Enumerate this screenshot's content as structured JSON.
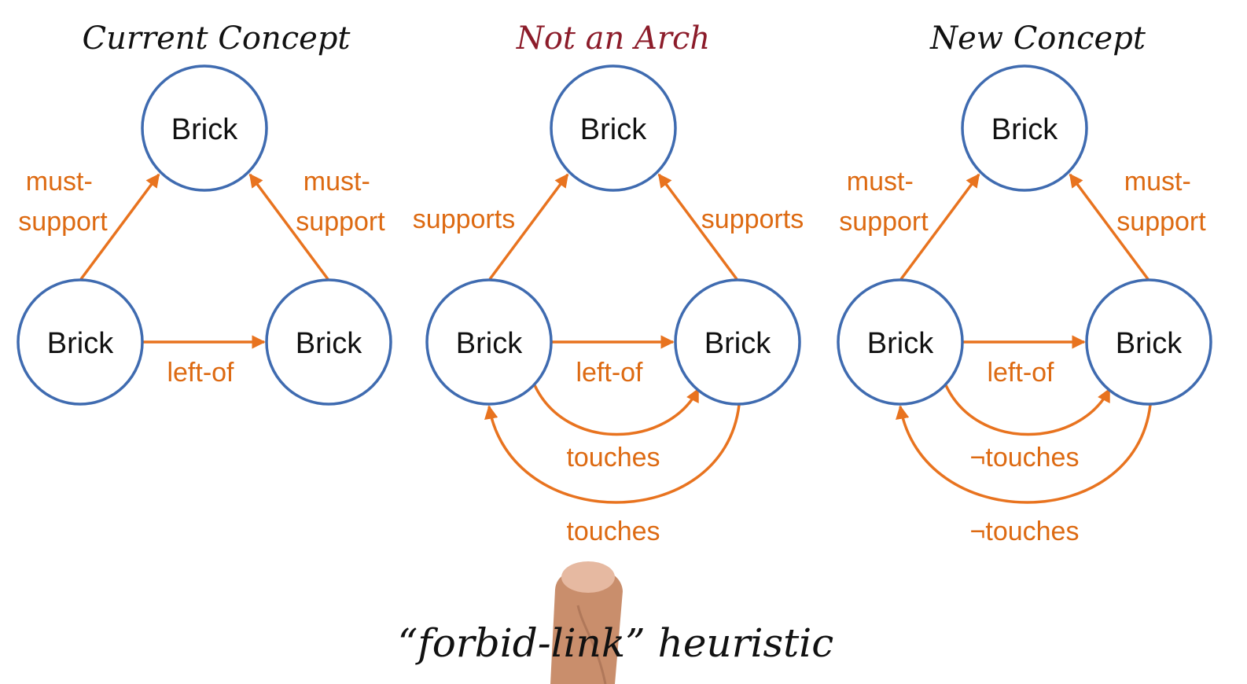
{
  "colors": {
    "node_border": "#3f6bb0",
    "edge": "#e8731f",
    "edge_label": "#dd6a12",
    "title_default": "#111111",
    "title_highlight": "#8c1c2a"
  },
  "caption": "“forbid-link” heuristic",
  "panels": [
    {
      "title": "Current Concept",
      "title_color": "#111111",
      "nodes": {
        "top": "Brick",
        "left": "Brick",
        "right": "Brick"
      },
      "edges": {
        "left_to_top": [
          "must-",
          "support"
        ],
        "right_to_top": [
          "must-",
          "support"
        ],
        "left_of": "left-of"
      }
    },
    {
      "title": "Not an Arch",
      "title_color": "#8c1c2a",
      "nodes": {
        "top": "Brick",
        "left": "Brick",
        "right": "Brick"
      },
      "edges": {
        "left_to_top": [
          "supports"
        ],
        "right_to_top": [
          "supports"
        ],
        "left_of": "left-of",
        "inner_curve": "touches",
        "outer_curve": "touches"
      }
    },
    {
      "title": "New Concept",
      "title_color": "#111111",
      "nodes": {
        "top": "Brick",
        "left": "Brick",
        "right": "Brick"
      },
      "edges": {
        "left_to_top": [
          "must-",
          "support"
        ],
        "right_to_top": [
          "must-",
          "support"
        ],
        "left_of": "left-of",
        "inner_curve": "¬touches",
        "outer_curve": "¬touches"
      }
    }
  ]
}
